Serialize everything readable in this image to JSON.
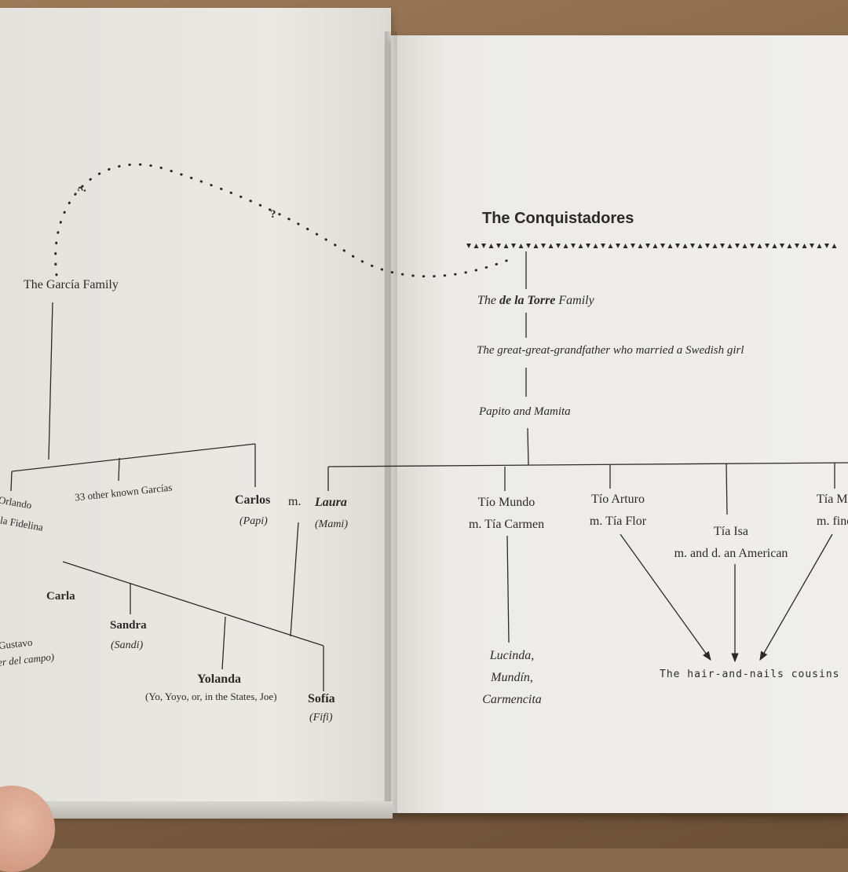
{
  "colors": {
    "ink": "#2c2a28",
    "paper": "#ebe9e4",
    "table": "#8a6a4c"
  },
  "left_page": {
    "garcia_family": "The García Family",
    "orlando": "Orlando",
    "fidelina": "la Fidelina",
    "other_garcias": "33 other known Garcías",
    "carlos": "Carlos",
    "papi": "(Papi)",
    "married": "m.",
    "carla": "Carla",
    "gustavo": "Gustavo",
    "campo": "er del campo)",
    "sandra": "Sandra",
    "sandi": "(Sandi)",
    "yolanda": "Yolanda",
    "yolanda_nick": "(Yo, Yoyo, or, in the States, Joe)",
    "sofia": "Sofía",
    "fifi": "(Fifi)",
    "question_mark_1": "?",
    "question_mark_2": "?"
  },
  "right_page": {
    "conquistadores": "The Conquistadores",
    "delatorre_pre": "The",
    "delatorre_name": "de la Torre",
    "delatorre_post": "Family",
    "great_grandfather": "The great-great-grandfather who married a Swedish girl",
    "papito": "Papito and Mamita",
    "laura": "Laura",
    "mami": "(Mami)",
    "tio_mundo": "Tío Mundo",
    "tia_carmen": "m. Tía Carmen",
    "tio_arturo": "Tío Arturo",
    "tia_flor": "m. Tía Flor",
    "tia_isa": "Tía Isa",
    "american": "m. and d. an American",
    "tia_mi": "Tía Mi",
    "m_fine": "m. fine",
    "lucinda": "Lucinda,",
    "mundin": "Mundín,",
    "carmencita": "Carmencita",
    "cousins": "The hair-and-nails cousins"
  }
}
